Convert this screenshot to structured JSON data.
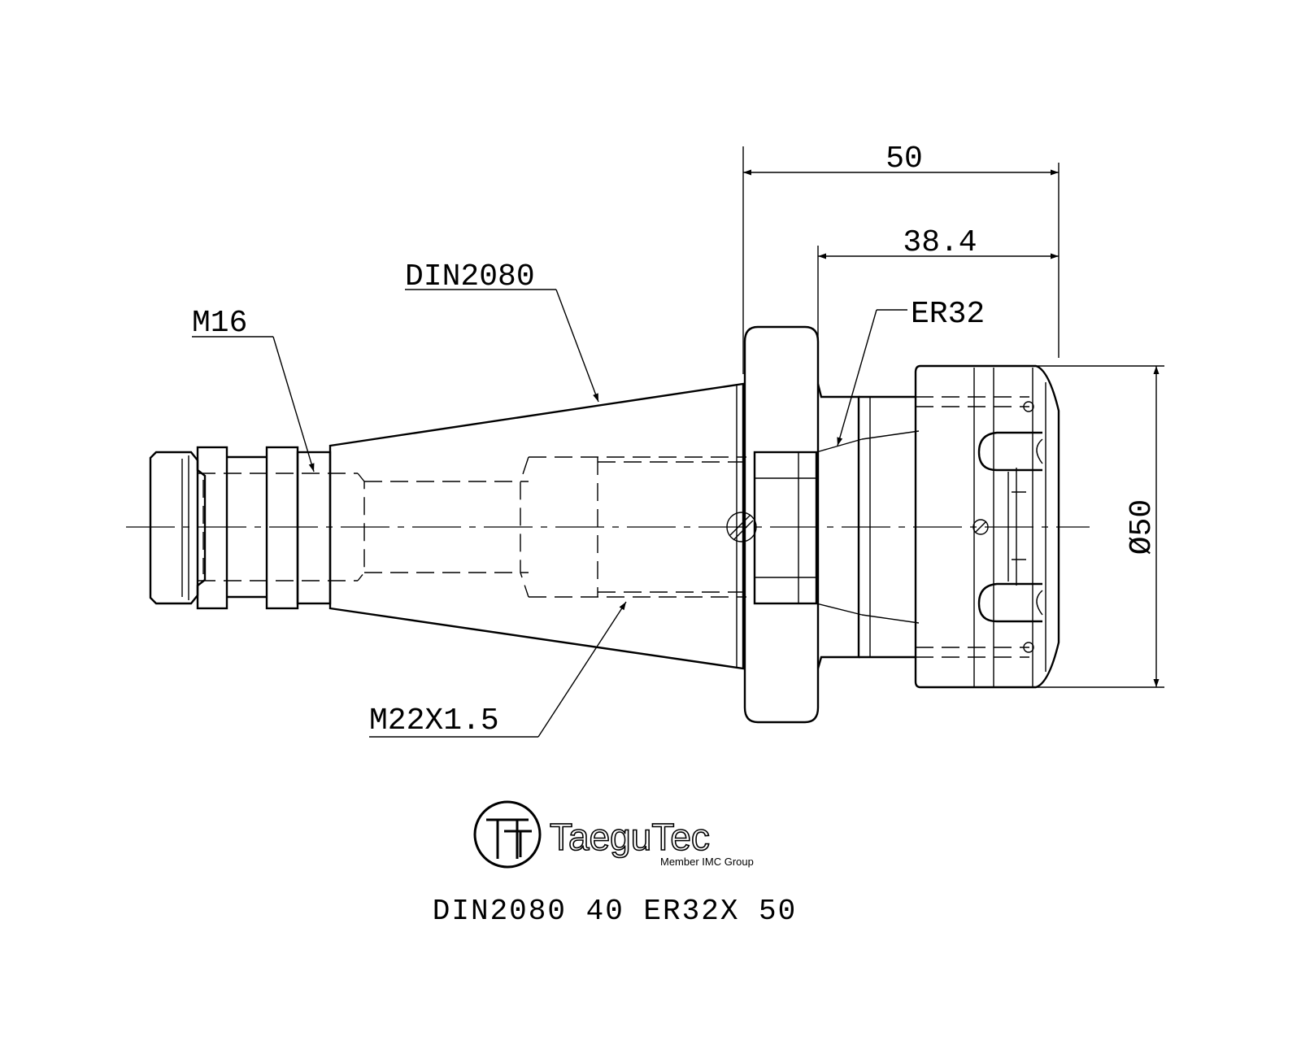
{
  "dimensions": {
    "overall_length": "50",
    "collet_length": "38.4",
    "diameter": "Ø50"
  },
  "callouts": {
    "taper": "DIN2080",
    "retention_thread": "M16",
    "collet": "ER32",
    "internal_thread": "M22X1.5"
  },
  "logo": {
    "brand": "TaeguTec",
    "tagline": "Member IMC Group"
  },
  "caption": "DIN2080 40 ER32X 50"
}
